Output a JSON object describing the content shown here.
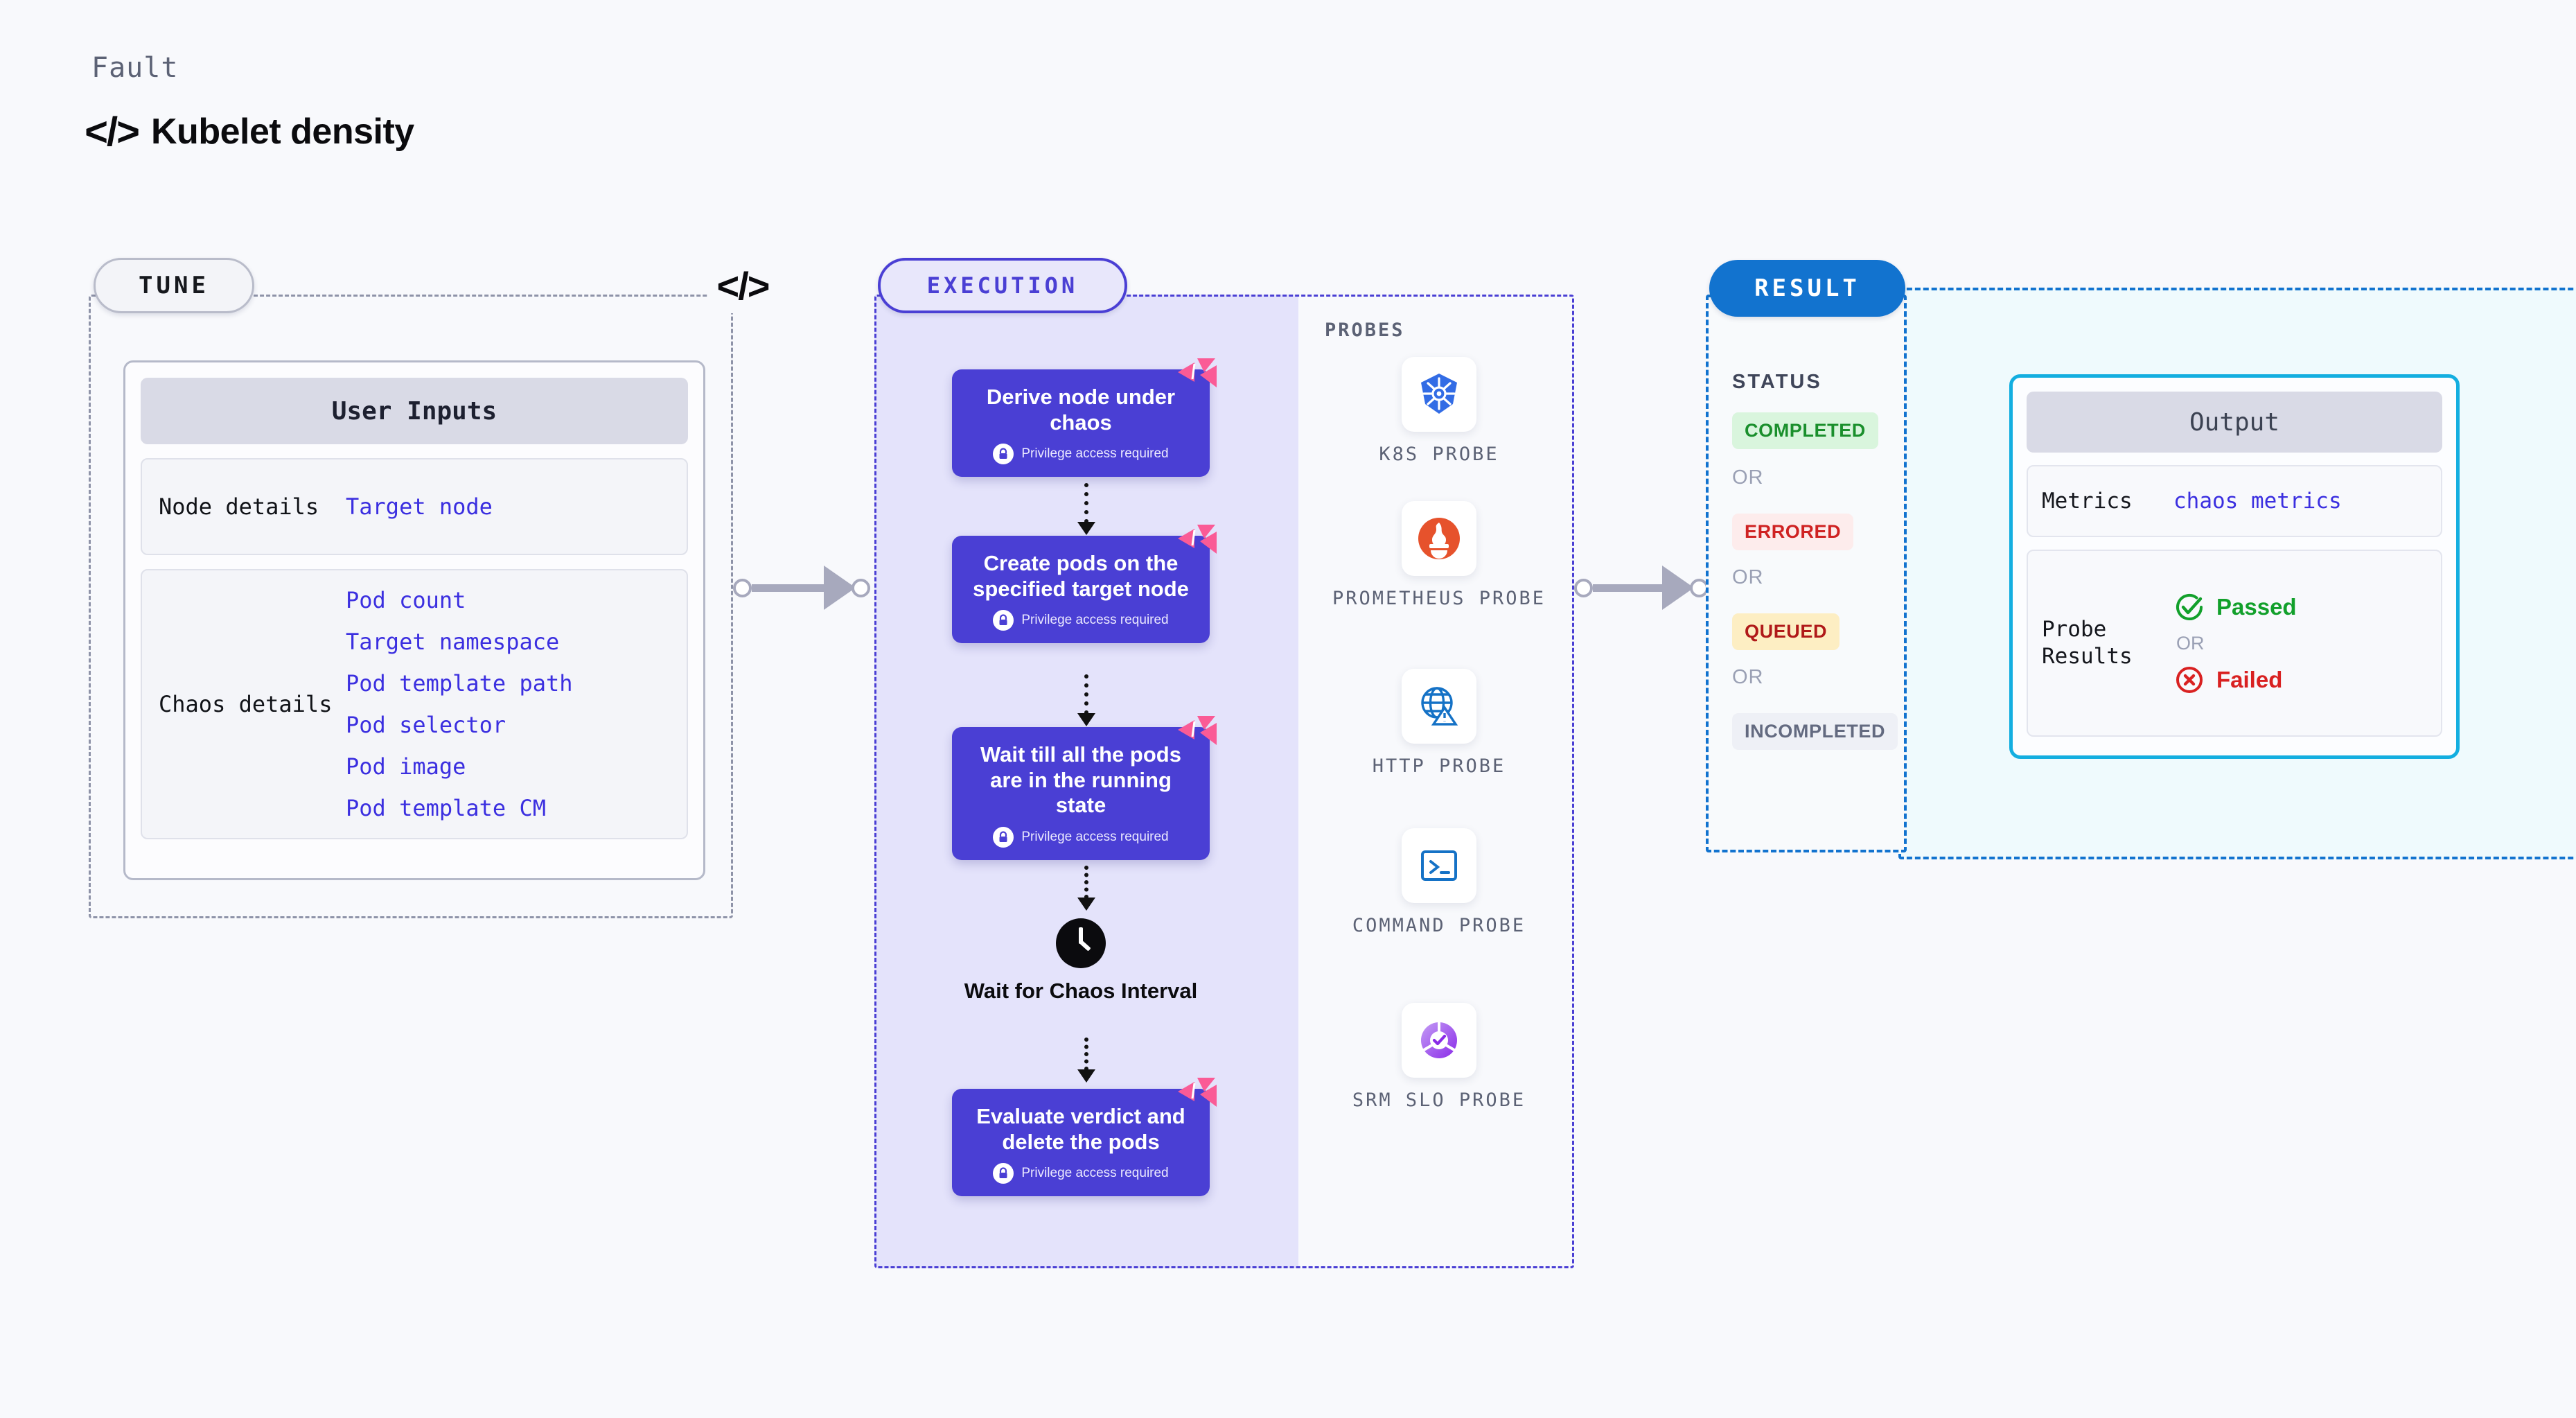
{
  "header": {
    "eyebrow": "Fault",
    "title": "Kubelet density",
    "code_icon": "</>"
  },
  "tune": {
    "badge": "TUNE",
    "code_icon": "</>",
    "card_title": "User Inputs",
    "rows": [
      {
        "label": "Node details",
        "values": [
          "Target node"
        ]
      },
      {
        "label": "Chaos details",
        "values": [
          "Pod count",
          "Target namespace",
          "Pod template path",
          "Pod selector",
          "Pod image",
          "Pod template CM"
        ]
      }
    ]
  },
  "execution": {
    "badge": "EXECUTION",
    "privilege_note": "Privilege access required",
    "steps": [
      {
        "title": "Derive node under chaos",
        "privileged": true
      },
      {
        "title": "Create pods on the specified target node",
        "privileged": true
      },
      {
        "title": "Wait till all the pods are in the running state",
        "privileged": true
      },
      {
        "title": "Evaluate verdict and delete the pods",
        "privileged": true
      }
    ],
    "wait": {
      "label": "Wait for Chaos Interval",
      "icon": "clock-icon"
    },
    "probes_title": "PROBES",
    "probes": [
      {
        "label": "K8S PROBE",
        "icon": "kubernetes-icon"
      },
      {
        "label": "PROMETHEUS PROBE",
        "icon": "prometheus-icon"
      },
      {
        "label": "HTTP PROBE",
        "icon": "globe-warning-icon"
      },
      {
        "label": "COMMAND PROBE",
        "icon": "terminal-icon"
      },
      {
        "label": "SRM SLO PROBE",
        "icon": "slo-donut-icon"
      }
    ]
  },
  "result": {
    "badge": "RESULT",
    "status_title": "STATUS",
    "or_label": "OR",
    "statuses": [
      {
        "label": "COMPLETED",
        "bg": "#d9f5dd",
        "fg": "#1a8f2c"
      },
      {
        "label": "ERRORED",
        "bg": "#fdecec",
        "fg": "#cf2222"
      },
      {
        "label": "QUEUED",
        "bg": "#fdeec3",
        "fg": "#b01919"
      },
      {
        "label": "INCOMPLETED",
        "bg": "#eef0f6",
        "fg": "#636a80"
      }
    ]
  },
  "output": {
    "card_title": "Output",
    "or_label": "OR",
    "rows": [
      {
        "label": "Metrics",
        "value": "chaos metrics"
      }
    ],
    "probe_results": {
      "label": "Probe Results",
      "passed": "Passed",
      "failed": "Failed",
      "passed_color": "#12a02b",
      "failed_color": "#d92121"
    }
  },
  "colors": {
    "accent_purple": "#4a3fd4",
    "accent_blue": "#1273cf",
    "accent_cyan": "#13aee0",
    "ribbon_pink": "#fa5b96",
    "mono_value": "#3b2fe0"
  }
}
